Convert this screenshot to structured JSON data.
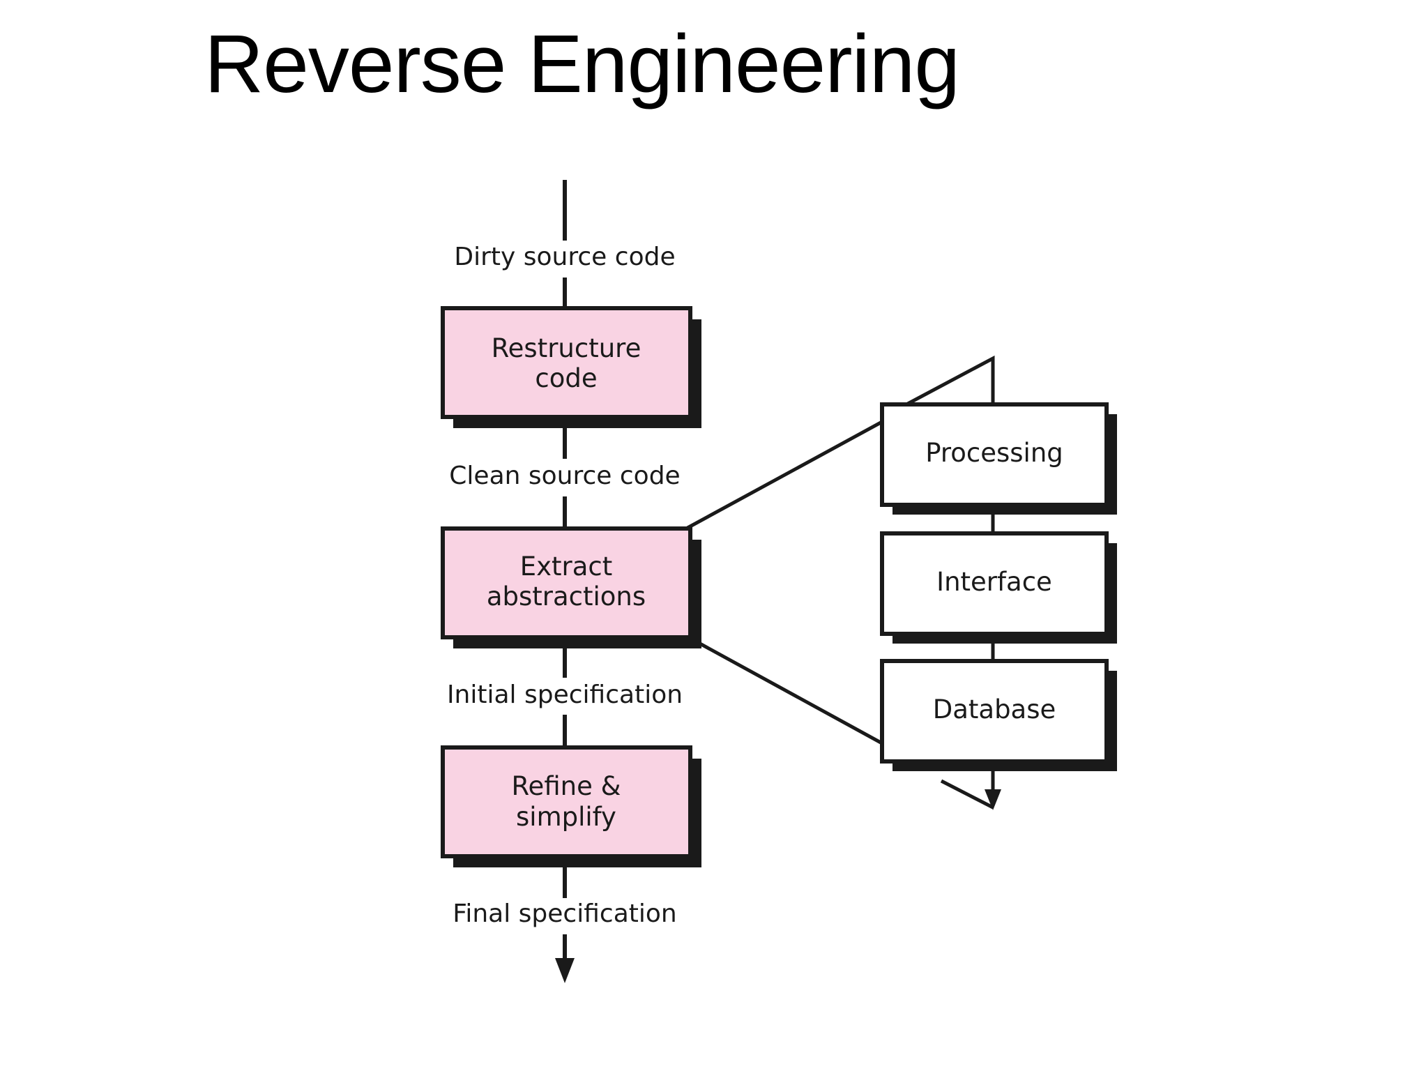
{
  "slide": {
    "title": "Reverse Engineering"
  },
  "flow": {
    "labels": {
      "dirty": "Dirty source code",
      "clean": "Clean source code",
      "initial": "Initial specification",
      "final": "Final specification"
    },
    "steps": {
      "restructure": [
        "Restructure",
        "code"
      ],
      "extract": [
        "Extract",
        "abstractions"
      ],
      "refine": [
        "Refine &",
        "simplify"
      ]
    }
  },
  "abstractions": {
    "processing": "Processing",
    "interface": "Interface",
    "database": "Database"
  },
  "colors": {
    "step_fill": "#f9d3e3",
    "box_fill": "#ffffff",
    "line": "#1a1a1a",
    "shadow": "#1a1a1a"
  }
}
